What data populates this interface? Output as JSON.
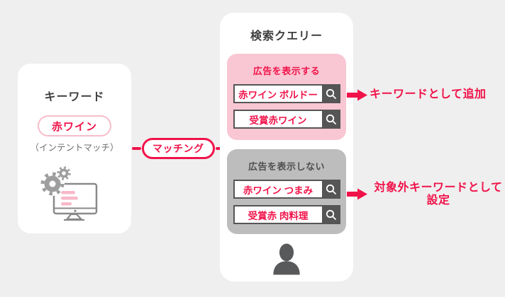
{
  "colors": {
    "background": "#efefef",
    "accent_red": "#f0134a",
    "show_group_pink": "#f9c6d3",
    "hide_group_gray": "#bdbdbd",
    "keyword_pill_border": "#f7bcca",
    "search_dark_gray": "#555555",
    "title_dark": "#3e3e3e"
  },
  "left_card": {
    "title": "キーワード",
    "keyword": "赤ワイン",
    "note": "（インテントマッチ）",
    "icon": "gears-monitor-icon"
  },
  "connector": {
    "label": "マッチング"
  },
  "right_card": {
    "title": "検索クエリー",
    "show_group": {
      "heading": "広告を表示する",
      "queries": [
        "赤ワイン ボルドー",
        "受賞赤ワイン"
      ]
    },
    "hide_group": {
      "heading": "広告を表示しない",
      "queries": [
        "赤ワイン つまみ",
        "受賞赤 肉料理"
      ]
    },
    "user_icon": "person-icon"
  },
  "annotations": {
    "add_keyword": {
      "label": "キーワードとして追加"
    },
    "negative_keyword": {
      "line1": "対象外キーワードとして",
      "line2": "設定"
    }
  }
}
